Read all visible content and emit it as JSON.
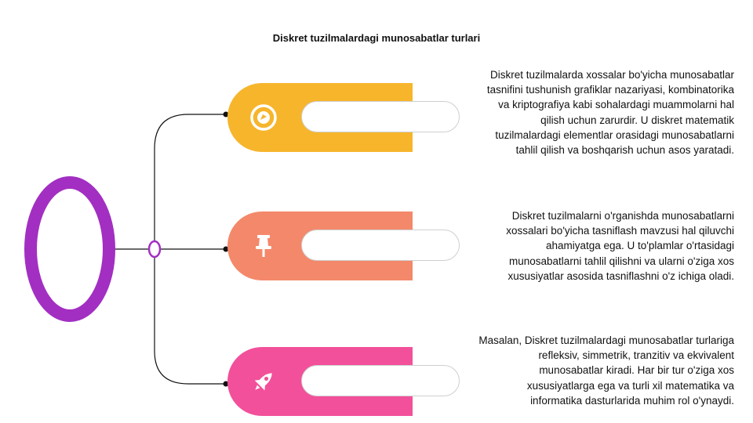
{
  "title": "Diskret tuzilmalardagi munosabatlar turlari",
  "colors": {
    "ring": "#a22fc2",
    "yellow": "#f7b52c",
    "orange": "#f4886b",
    "pink": "#f2509a",
    "line": "#111111"
  },
  "items": [
    {
      "icon": "compass-icon",
      "text": "Diskret tuzilmalarda xossalar bo'yicha munosabatlar tasnifini tushunish grafiklar nazariyasi, kombinatorika va kriptografiya kabi sohalardagi muammolarni hal qilish uchun zarurdir. U diskret matematik tuzilmalardagi elementlar orasidagi munosabatlarni tahlil qilish va boshqarish uchun asos yaratadi."
    },
    {
      "icon": "pushpin-icon",
      "text": "Diskret tuzilmalarni o'rganishda munosabatlarni xossalari bo'yicha tasniflash mavzusi hal qiluvchi ahamiyatga ega. U to'plamlar o'rtasidagi munosabatlarni tahlil qilishni va ularni o'ziga xos xususiyatlar asosida tasniflashni o'z ichiga oladi."
    },
    {
      "icon": "rocket-icon",
      "text": "Masalan, Diskret tuzilmalardagi munosabatlar turlariga refleksiv, simmetrik, tranzitiv va ekvivalent munosabatlar kiradi. Har bir tur o'ziga xos xususiyatlarga ega va turli xil matematika va informatika dasturlarida muhim rol o'ynaydi."
    }
  ]
}
